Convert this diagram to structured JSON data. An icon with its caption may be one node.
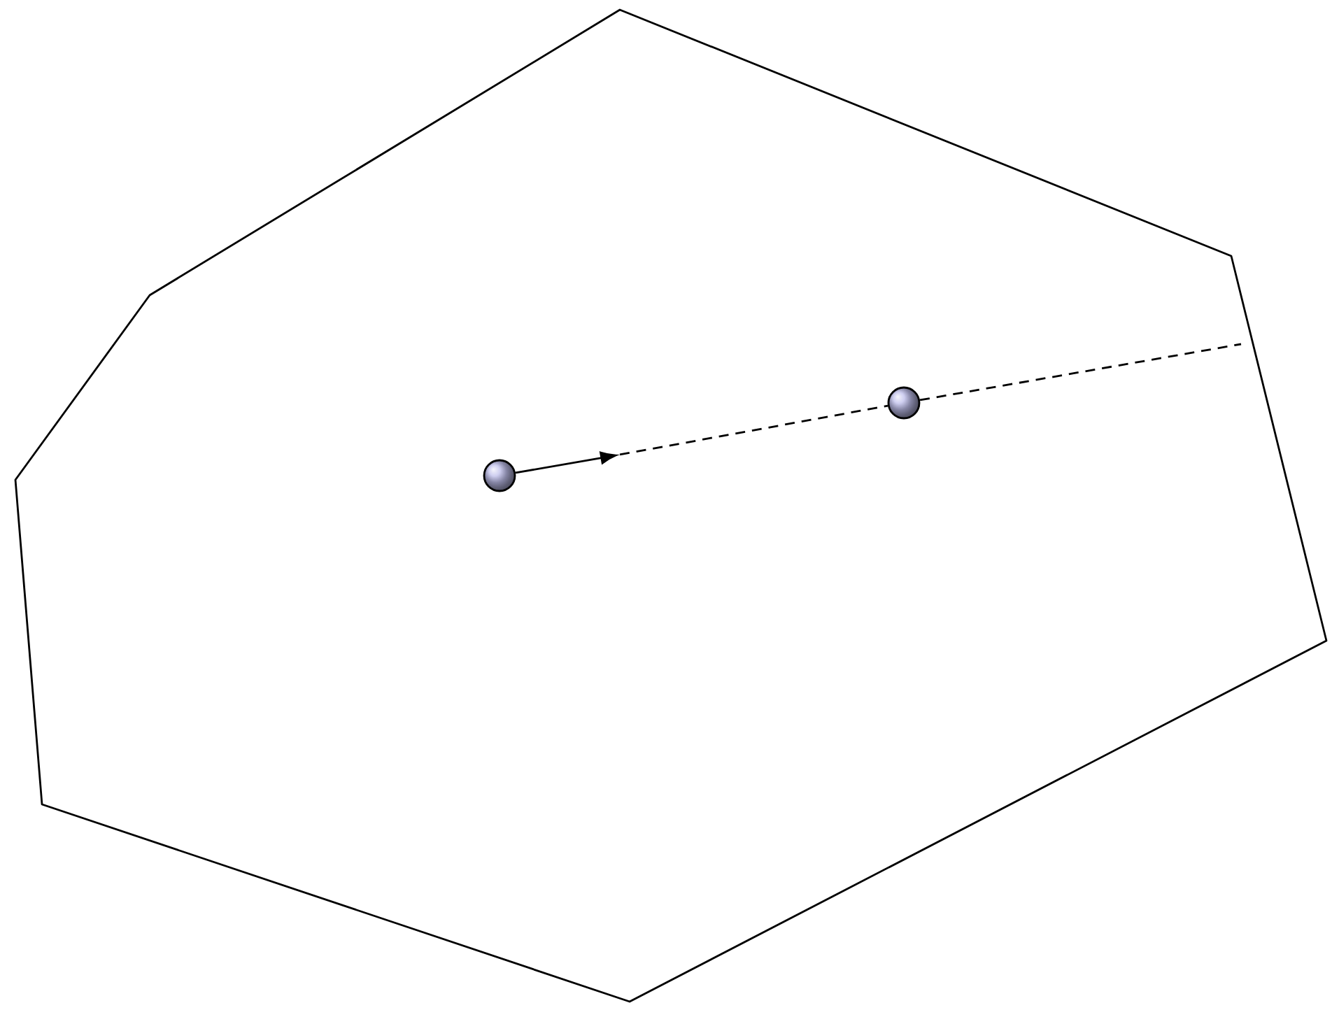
{
  "diagram": {
    "nodes": [
      {
        "text": [],
        "shape": "polygon"
      },
      {
        "text": [],
        "shape": "circle",
        "in": 0
      },
      {
        "text": [],
        "shape": "circle",
        "in": 0
      }
    ],
    "edges": [
      {
        "from": 1,
        "to": null,
        "arrow": "to"
      },
      {
        "from": null,
        "to": 2,
        "arrow": "none",
        "style": "dashed"
      },
      {
        "from": 2,
        "to": 0,
        "arrow": "none",
        "style": "dashed"
      }
    ]
  }
}
